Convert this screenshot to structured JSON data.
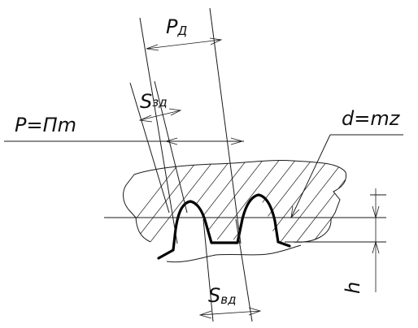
{
  "labels": {
    "pd_main": "P",
    "pd_sub": "Д",
    "sz_main": "S",
    "sz_sub": "зд",
    "pitch_formula": "P=Пm",
    "diameter_formula": "d=mz",
    "sv_main": "S",
    "sv_sub": "вд",
    "height": "h"
  },
  "colors": {
    "line": "#000000",
    "background": "#ffffff"
  }
}
